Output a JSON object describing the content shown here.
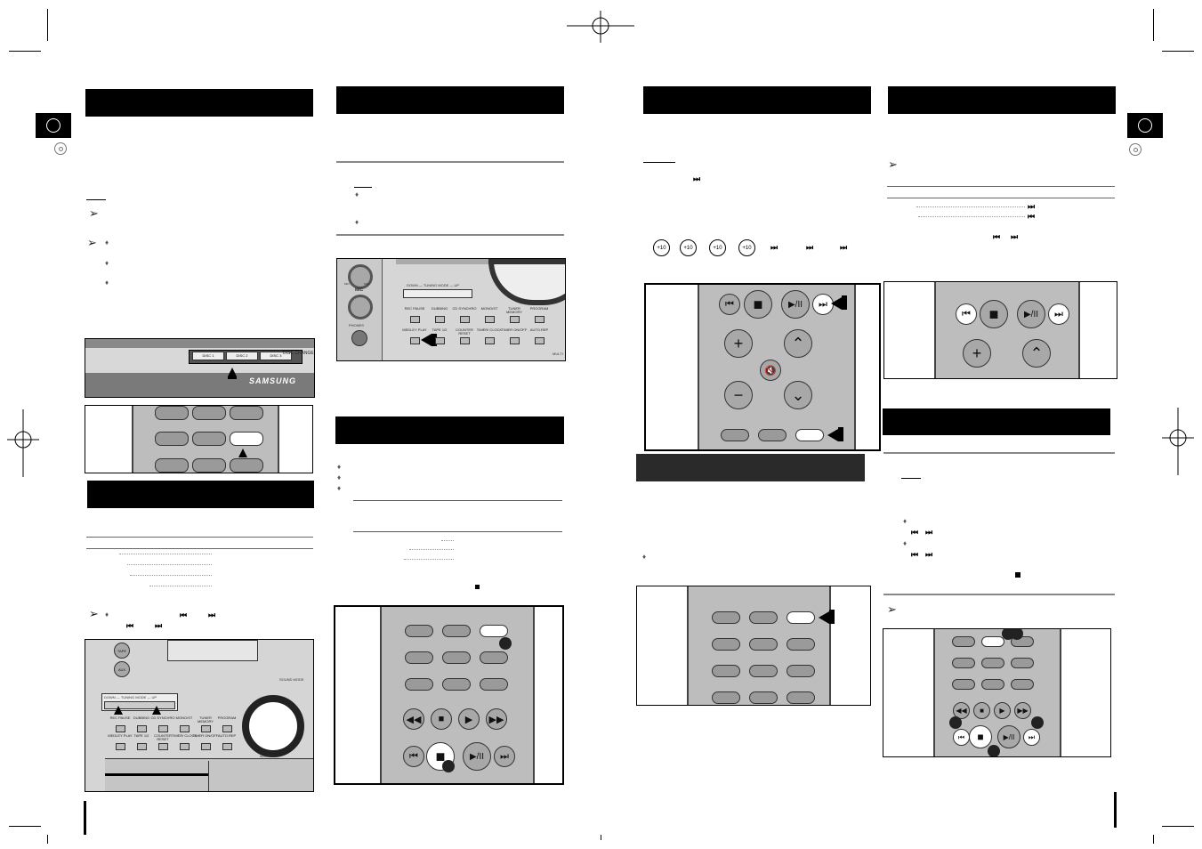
{
  "figures": {
    "front_panel": {
      "brand": "SAMSUNG",
      "disc_change": "DISC CHANGE",
      "disc_buttons": [
        "DISC 1",
        "DISC 2",
        "DISC 3"
      ]
    },
    "control_panel_1": {
      "tuning_mode": "DOWN — TUNING MODE — UP",
      "mic": "MIC",
      "min": "MIN",
      "max": "MAX",
      "phones": "PHONES",
      "rows": [
        [
          "REC PAUSE",
          "DUBBING",
          "CD SYNCHRO",
          "MONO/ST",
          "TUNER MEMORY",
          "PROGRAM"
        ],
        [
          "MEDLEY PLAY",
          "TAPE 1/2",
          "COUNTER RESET",
          "TIMER/ CLOCK",
          "TIMER ON/OFF",
          "AUTO.REP"
        ]
      ],
      "multi": "MULTI"
    },
    "control_panel_2": {
      "tuning_mode": "DOWN — TUNING MODE — UP",
      "tape": "TAPE",
      "aux": "AUX",
      "sound_mode": "SOUND MODE",
      "master": "MASTER",
      "rows": [
        [
          "REC PAUSE",
          "DUBBING",
          "CD SYNCHRO",
          "MONO/ST",
          "TUNER MEMORY",
          "PROGRAM"
        ],
        [
          "MEDLEY PLAY",
          "TAPE 1/2",
          "COUNTER RESET",
          "TIMER/ CLOCK",
          "TIMER ON/OFF",
          "AUTO.REP"
        ]
      ]
    },
    "remote_plus10": {
      "buttons": [
        "+10",
        "+10",
        "+10",
        "+10"
      ]
    }
  }
}
